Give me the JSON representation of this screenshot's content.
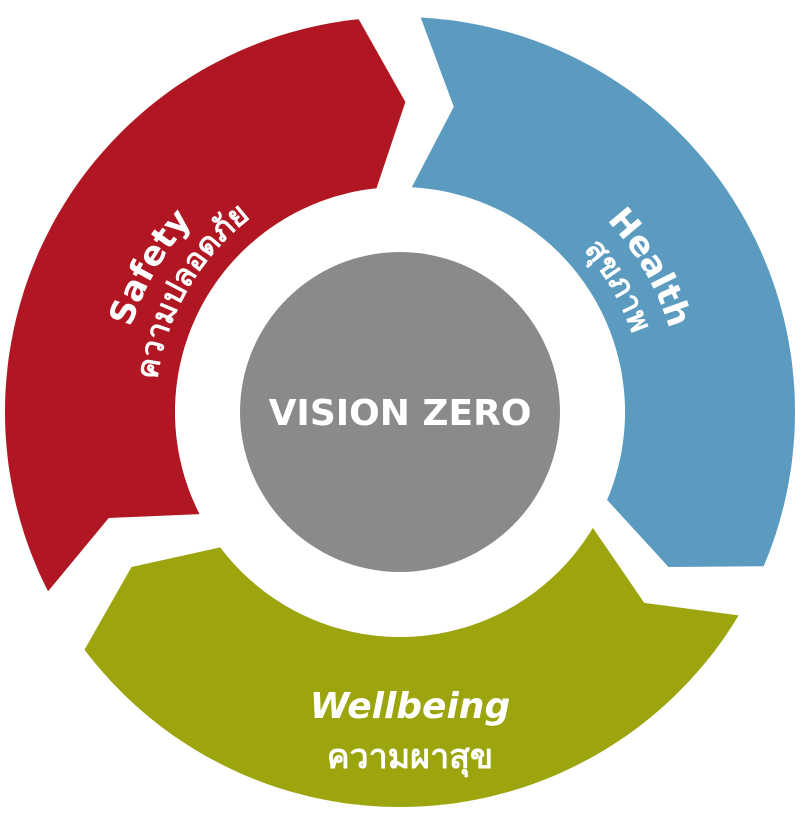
{
  "center": {
    "label": "VISION ZERO",
    "color": "#8A8A8C"
  },
  "segments": [
    {
      "id": "safety",
      "title": "Safety",
      "subtitle": "ความปลอดภัย",
      "color": "#B01722"
    },
    {
      "id": "health",
      "title": "Health",
      "subtitle": "สุขภาพ",
      "color": "#5B9BBF"
    },
    {
      "id": "wellbeing",
      "title": "Wellbeing",
      "subtitle": "ความผาสุข",
      "color": "#9CA50E"
    }
  ]
}
